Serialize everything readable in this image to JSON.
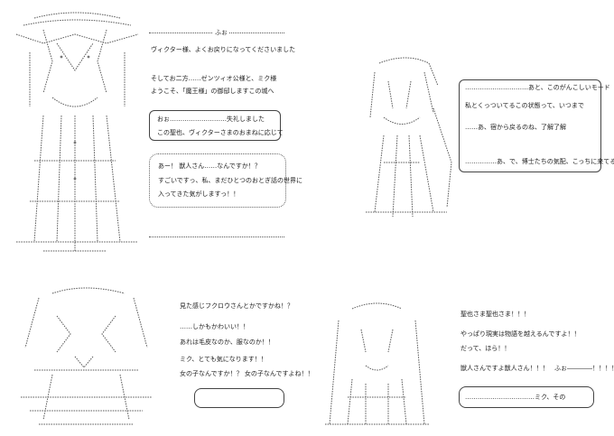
{
  "panel1": {
    "header": "ふぉ",
    "lines": [
      "ヴィクター様、よくお戻りになってくださいました",
      "そしてお二方……ゼンツィオ公様と、ミク様",
      "ようこそ、「魔王様」の御邸しますこの城へ"
    ],
    "box1": [
      "おぉ………………………失礼しました",
      "この聖也、ヴィクターさまのおまねに応じて"
    ],
    "box2": [
      "あー！ 獣人さん……なんですか！？",
      "すごいですっ、私、まだひとつのおとぎ話の世界に",
      "入ってきた気がしますっ！！"
    ]
  },
  "panel2": {
    "lines": [
      "…………………………あと、このがんこしいモード",
      "私とくっついてるこの状態って、いつまで",
      "……あ、宿から戻るのね、了解了解",
      "……………あ、で、博士たちの気配、こっちに来てる"
    ]
  },
  "panel3": {
    "lines": [
      "見た感じフクロウさんとかですかね！？",
      "……しかもかわいい！！",
      "あれは毛皮なのか、服なのか！！",
      "ミク、とても気になります！！",
      "女の子なんですか！？ 女の子なんですよね！！"
    ]
  },
  "panel4": {
    "lines": [
      "聖也さま聖也さま！！！",
      "やっぱり現実は物語を越えるんですよ！！",
      "だって、ほら！！",
      "獣人さんですよ獣人さん！！！",
      "ふぉ――――！！！！",
      "……………………………ミク、その"
    ]
  }
}
